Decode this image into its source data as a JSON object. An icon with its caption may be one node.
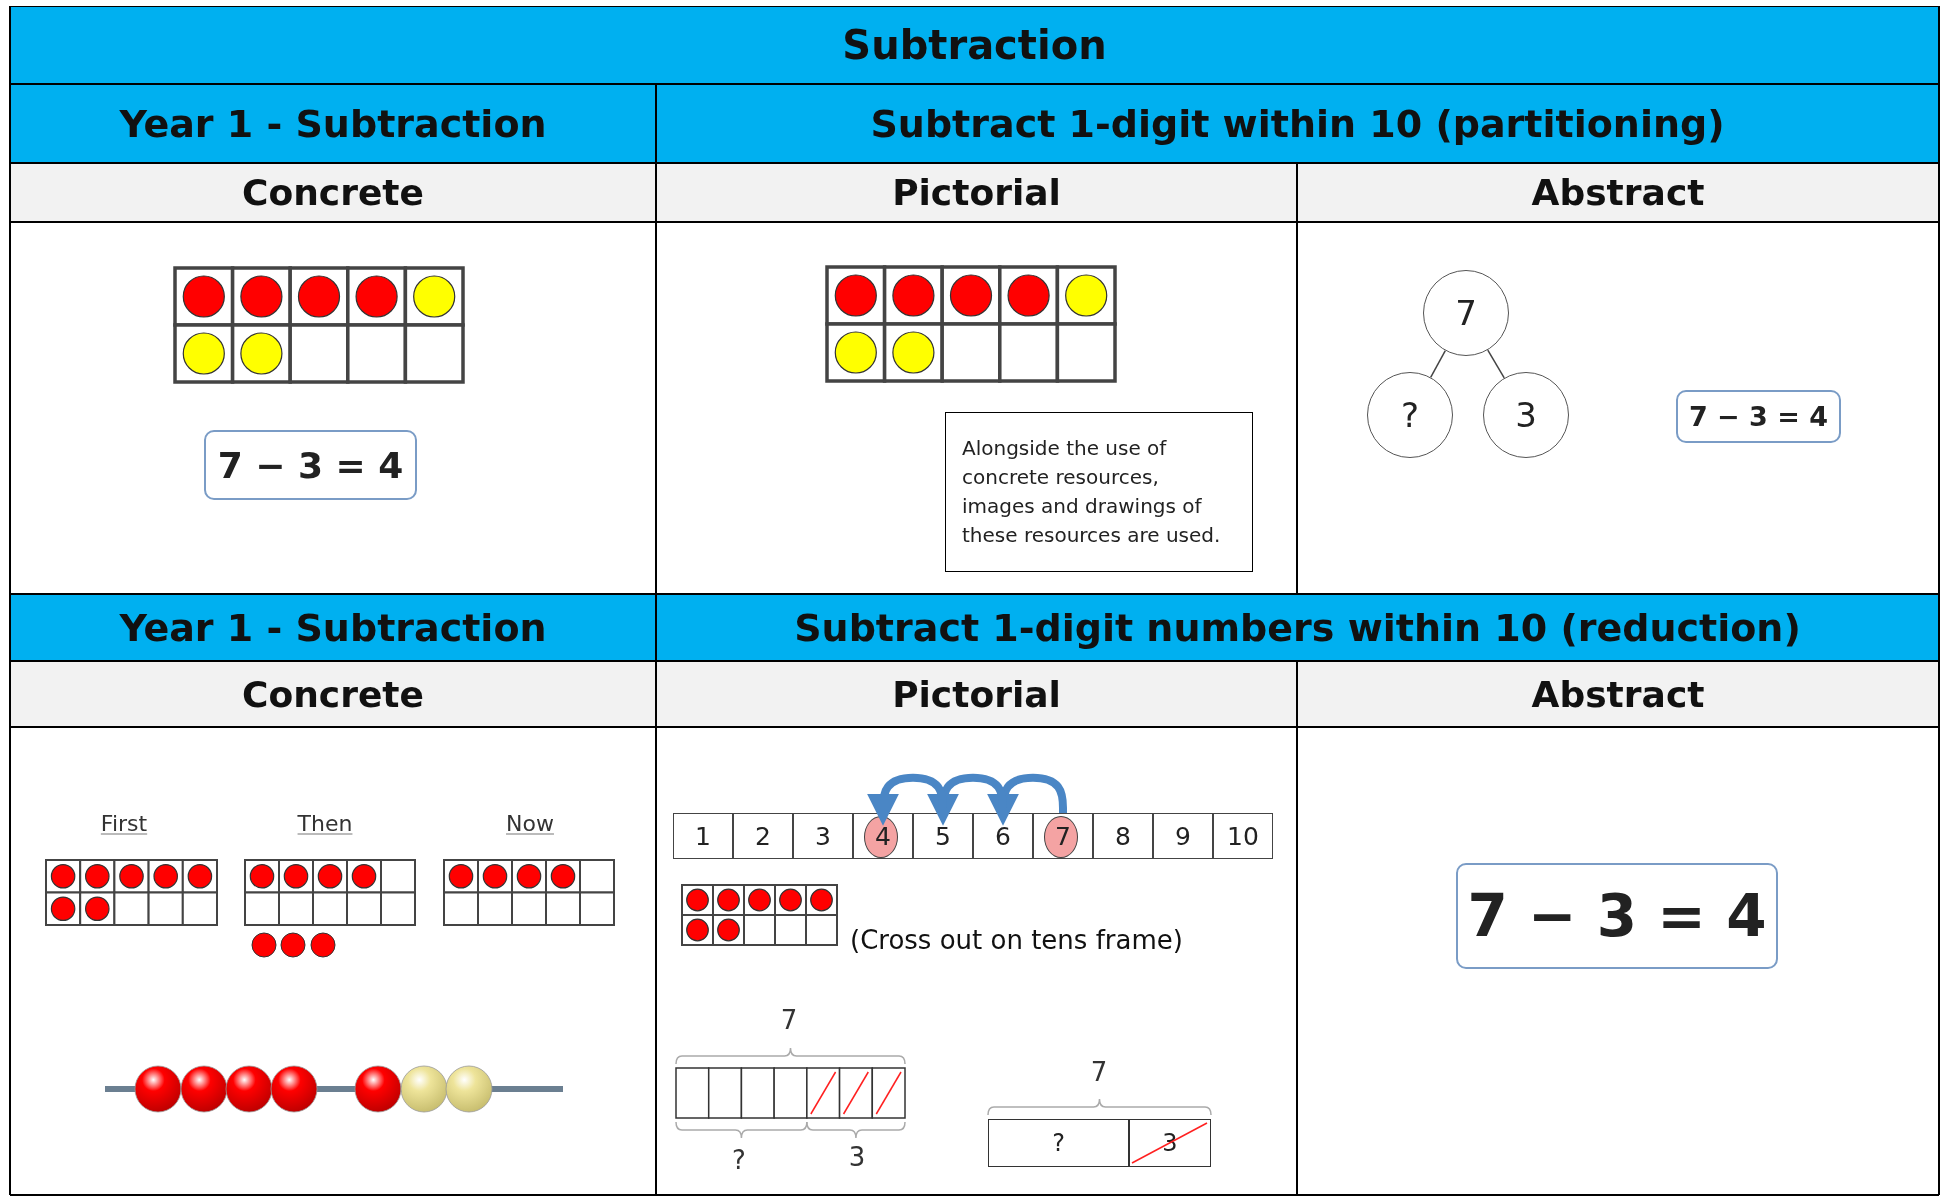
{
  "diagram": {
    "title": "Subtraction",
    "nodes": [
      {
        "text": [
          "7 − 3 = 4"
        ]
      },
      {
        "text": [
          "Alongside the use of concrete resources, images and drawings of these resources are used."
        ]
      },
      {
        "text": [
          "7"
        ]
      },
      {
        "text": [
          "?"
        ]
      },
      {
        "text": [
          "3"
        ]
      },
      {
        "text": [
          "7 − 3 = 4"
        ]
      },
      {
        "text": [
          "1"
        ]
      },
      {
        "text": [
          "2"
        ]
      },
      {
        "text": [
          "3"
        ]
      },
      {
        "text": [
          "4"
        ]
      },
      {
        "text": [
          "5"
        ]
      },
      {
        "text": [
          "6"
        ]
      },
      {
        "text": [
          "7"
        ]
      },
      {
        "text": [
          "8"
        ]
      },
      {
        "text": [
          "9"
        ]
      },
      {
        "text": [
          "10"
        ]
      },
      {
        "text": [
          "?"
        ]
      },
      {
        "text": [
          "3"
        ]
      },
      {
        "text": [
          "7 − 3 = 4"
        ]
      }
    ],
    "edges": [
      {
        "from": 2,
        "to": 3,
        "arrow": "none",
        "color": "#444444"
      },
      {
        "from": 2,
        "to": 4,
        "arrow": "none",
        "color": "#444444"
      },
      {
        "from": 12,
        "to": 11,
        "arrow": "to",
        "color": "#4a86c5"
      },
      {
        "from": 11,
        "to": 10,
        "arrow": "to",
        "color": "#4a86c5"
      },
      {
        "from": 10,
        "to": 9,
        "arrow": "to",
        "color": "#4a86c5"
      }
    ],
    "labels": [
      "Year 1 - Subtraction",
      "Subtract 1-digit within 10 (partitioning)",
      "Concrete",
      "Pictorial",
      "Abstract",
      "Year 1 - Subtraction",
      "Subtract 1-digit numbers within 10 (reduction)",
      "Concrete",
      "Pictorial",
      "Abstract",
      "First",
      "Then",
      "Now",
      "(Cross out on tens frame)",
      "7",
      "?",
      "3",
      "7"
    ]
  }
}
